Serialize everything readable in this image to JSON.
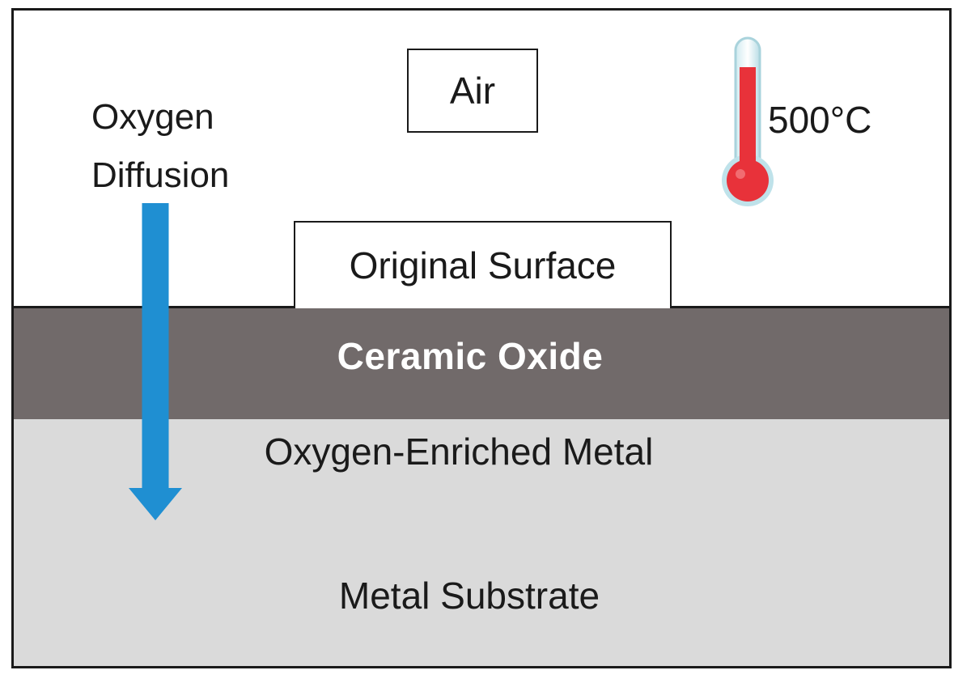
{
  "diagram": {
    "environment_label": "Air",
    "temperature_label": "500°C",
    "diffusion_label_line1": "Oxygen",
    "diffusion_label_line2": "Diffusion",
    "surface_label": "Original Surface",
    "layers": {
      "ceramic_oxide": "Ceramic Oxide",
      "oxygen_enriched_metal": "Oxygen-Enriched Metal",
      "metal_substrate": "Metal Substrate"
    },
    "colors": {
      "ceramic_oxide": "#716a6a",
      "metal": "#dadada",
      "arrow": "#1f8fd2",
      "thermometer_bulb": "#e8323a"
    },
    "icons": {
      "thermometer": "thermometer-icon",
      "arrow": "arrow-down-icon"
    }
  }
}
